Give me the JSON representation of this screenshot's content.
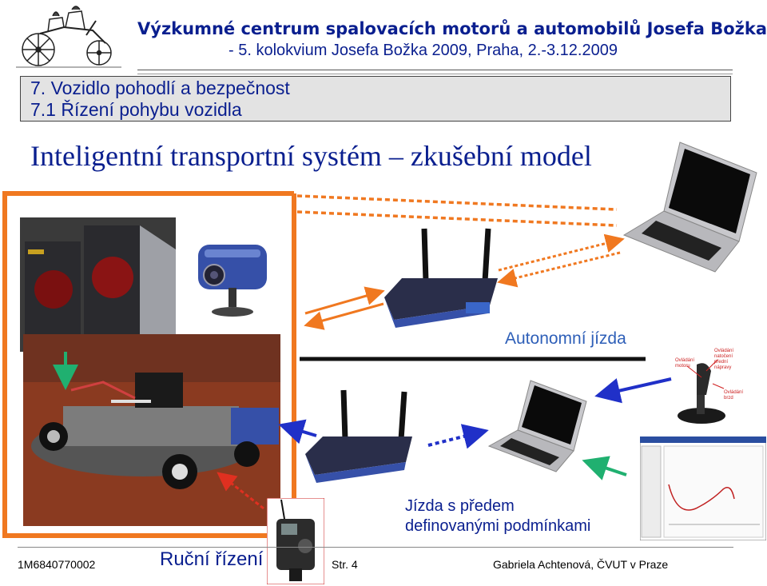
{
  "header": {
    "title": "Výzkumné centrum spalovacích motorů a automobilů Josefa Božka",
    "subtitle": "- 5. kolokvium Josefa Božka 2009, Praha, 2.-3.12.2009"
  },
  "section": {
    "line1": "7. Vozidlo pohodlí a bezpečnost",
    "line2": "7.1 Řízení pohybu vozidla"
  },
  "slide": {
    "title": "Inteligentní transportní systém – zkušební model"
  },
  "labels": {
    "autonomous": "Autonomní jízda",
    "conditions_line1": "Jízda s předem",
    "conditions_line2": "definovanými podmínkami",
    "manual": "Ruční řízení",
    "joystick_motor": "Ovládání motoru",
    "joystick_axle": "Ovládání natočení přední nápravy",
    "joystick_brake": "Ovládání brzd"
  },
  "footer": {
    "project_id": "1M6840770002",
    "page": "Str. 4",
    "author": "Gabriela Achtenová, ČVUT v Praze"
  },
  "colors": {
    "brand_blue": "#0a1f8f",
    "accent_orange": "#f07820",
    "arrow_blue": "#2030c8",
    "arrow_green": "#20b070",
    "arrow_red": "#e03020"
  }
}
